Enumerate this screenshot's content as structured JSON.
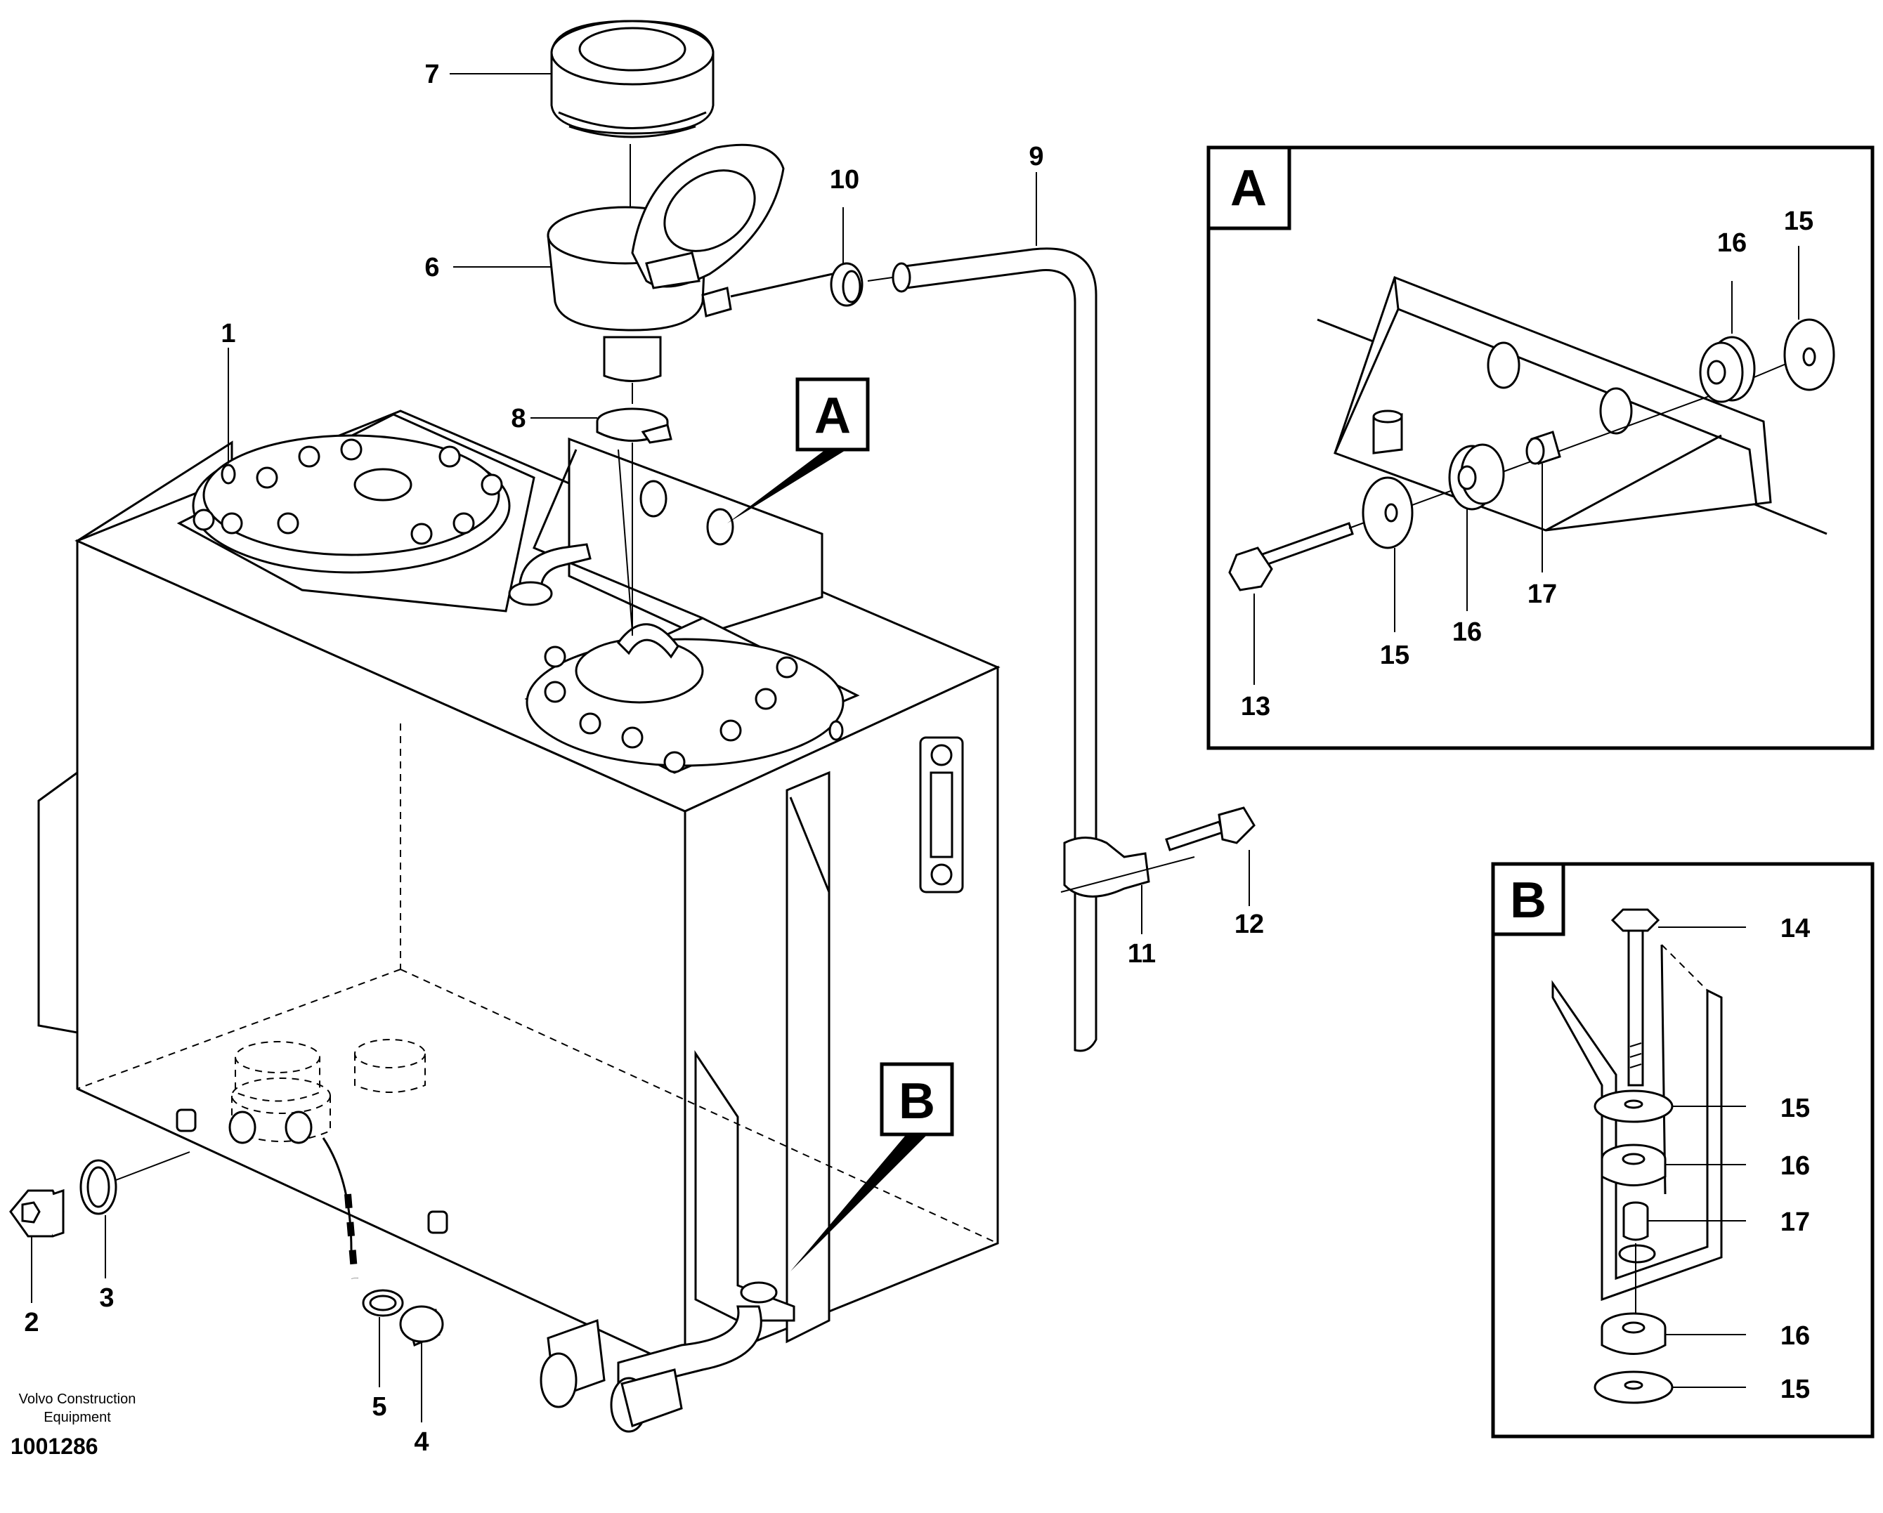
{
  "diagram": {
    "part_labels": {
      "p1": "1",
      "p2": "2",
      "p3": "3",
      "p4": "4",
      "p5": "5",
      "p6": "6",
      "p7": "7",
      "p8": "8",
      "p9": "9",
      "p10": "10",
      "p11": "11",
      "p12": "12"
    },
    "detail_a": {
      "label": "A",
      "callouts": {
        "c13": "13",
        "c15a": "15",
        "c16a": "16",
        "c17": "17",
        "c16b": "16",
        "c15b": "15"
      }
    },
    "detail_b": {
      "label": "B",
      "callouts": {
        "c14": "14",
        "c15a": "15",
        "c16a": "16",
        "c17": "17",
        "c16b": "16",
        "c15b": "15"
      }
    },
    "markers": {
      "a": "A",
      "b": "B"
    },
    "credit": {
      "line1": "Volvo Construction",
      "line2": "Equipment"
    },
    "doc_number": "1001286"
  }
}
